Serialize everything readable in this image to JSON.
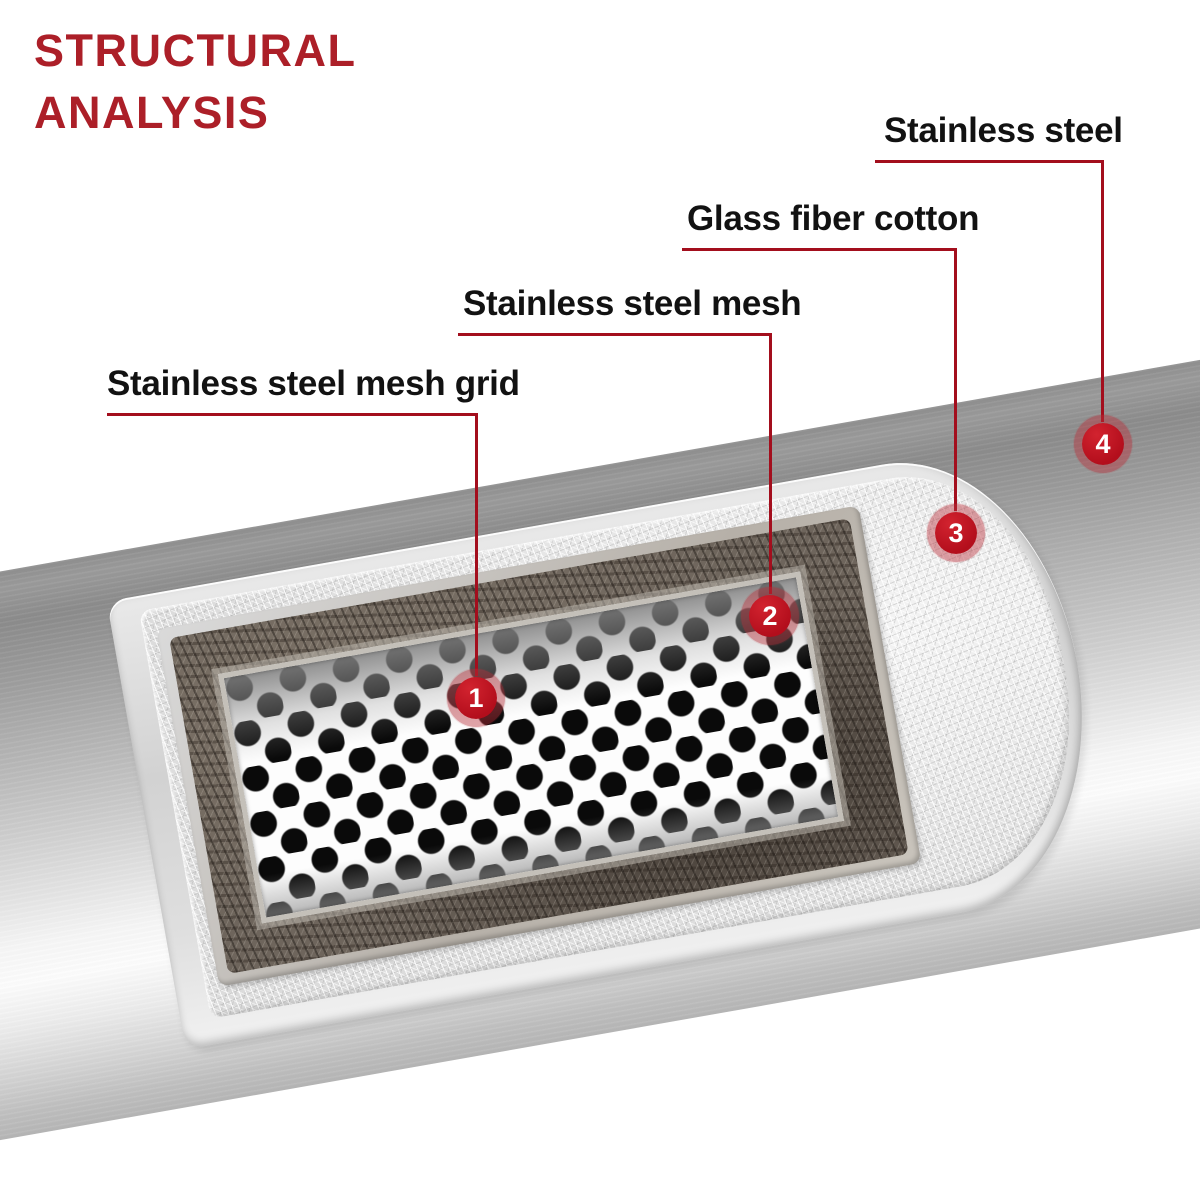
{
  "title": {
    "line1": "STRUCTURAL",
    "line2": "ANALYSIS"
  },
  "annotations": [
    {
      "number": "1",
      "label": "Stainless steel mesh grid"
    },
    {
      "number": "2",
      "label": "Stainless steel mesh"
    },
    {
      "number": "3",
      "label": "Glass fiber cotton"
    },
    {
      "number": "4",
      "label": "Stainless steel"
    }
  ],
  "colors": {
    "title_red": "#AC1F28",
    "marker_red": "#B30E1C",
    "leader_line_red": "#A30E1D",
    "label_black": "#121212"
  }
}
